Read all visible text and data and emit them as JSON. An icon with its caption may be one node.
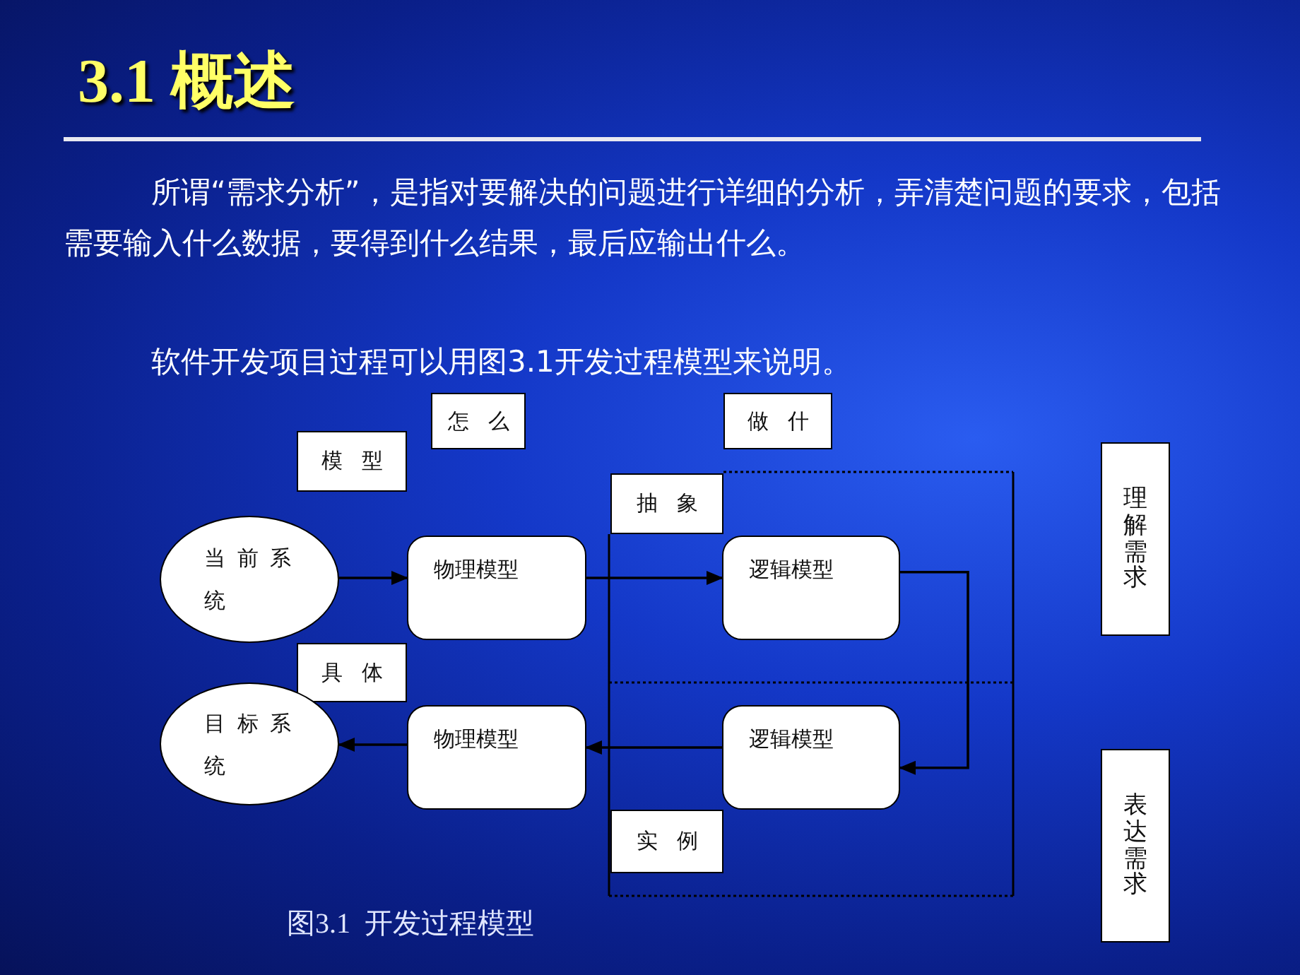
{
  "diagram": {
    "title": "3.1 概述",
    "nodes": [
      {
        "text": [
          "怎么"
        ]
      },
      {
        "text": [
          "做什"
        ]
      },
      {
        "text": [
          "模型"
        ]
      },
      {
        "text": [
          "理解需求"
        ]
      },
      {
        "text": [
          "抽象"
        ]
      },
      {
        "text": [
          "当前系统"
        ]
      },
      {
        "text": [
          "物理模型"
        ]
      },
      {
        "text": [
          "逻辑模型"
        ]
      },
      {
        "text": [
          "具体"
        ]
      },
      {
        "text": [
          "目标系统"
        ]
      },
      {
        "text": [
          "物理模型"
        ]
      },
      {
        "text": [
          "逻辑模型"
        ]
      },
      {
        "text": [
          "实例"
        ]
      },
      {
        "text": [
          "表达需求"
        ]
      }
    ],
    "edges": [
      {
        "from": 5,
        "to": 6,
        "arrow": "to"
      },
      {
        "from": 6,
        "to": 7,
        "arrow": "to"
      },
      {
        "from": 7,
        "to": 11,
        "arrow": "to"
      },
      {
        "from": 11,
        "to": 10,
        "arrow": "to"
      },
      {
        "from": 10,
        "to": 9,
        "arrow": "to"
      }
    ],
    "labels": [
      "所谓“需求分析”，是指对要解决的问题进行详细的分析，弄清楚问题的要求，包括需要输入什么数据，要得到什么结果，最后应输出什么。",
      "软件开发项目过程可以用图3.1开发过程模型来说明。"
    ],
    "caption": "图3.1  开发过程模型"
  }
}
